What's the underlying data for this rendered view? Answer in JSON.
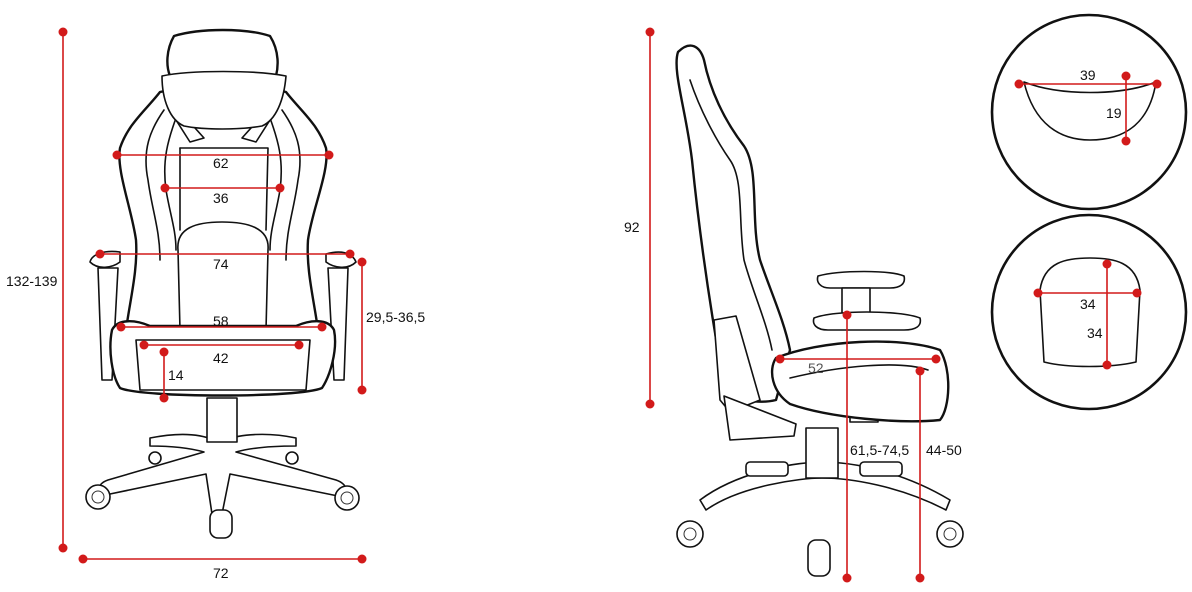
{
  "front_view": {
    "total_height": "132-139",
    "backrest_width_top": "62",
    "backrest_width_inner": "36",
    "armrest_span": "74",
    "seat_width_outer": "58",
    "seat_width_inner": "42",
    "seat_thickness": "14",
    "armrest_height_adjust": "29,5-36,5",
    "base_width": "72"
  },
  "side_view": {
    "backrest_height": "92",
    "seat_depth": "52",
    "armrest_floor_height": "61,5-74,5",
    "seat_floor_height": "44-50"
  },
  "headrest_pillow": {
    "width": "39",
    "height": "19"
  },
  "lumbar_pillow": {
    "width": "34",
    "height": "34"
  },
  "colors": {
    "dimension_red": "#d21a1a",
    "outline": "#111111"
  }
}
